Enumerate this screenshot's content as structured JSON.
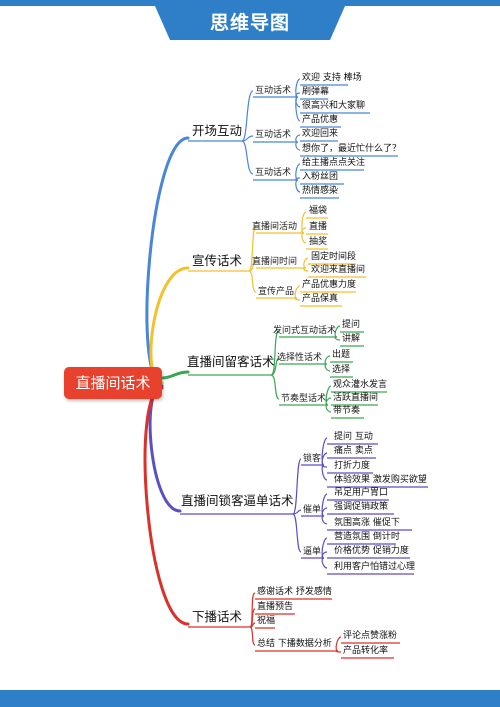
{
  "header": {
    "title": "思维导图"
  },
  "root": {
    "label": "直播间话术"
  },
  "colors": {
    "header": "#2f7fc8",
    "root": "#e8412e",
    "blue": "#4a86d8",
    "yellow": "#f2c12e",
    "green": "#3aa652",
    "indigo": "#5a4fc4",
    "red": "#d9322b"
  },
  "branches": {
    "b1": {
      "label": "开场互动",
      "s1": {
        "label": "互动话术",
        "i1": "欢迎 支持 棒场",
        "i2": "刷弹幕",
        "i3": "很高兴和大家聊",
        "i4": "产品优惠"
      },
      "s2": {
        "label": "互动话术",
        "i1": "欢迎回来",
        "i2": "想你了，最近忙什么了？"
      },
      "s3": {
        "label": "互动话术",
        "i1": "给主播点点关注",
        "i2": "入粉丝团",
        "i3": "热情感染"
      }
    },
    "b2": {
      "label": "宣传话术",
      "s1": {
        "label": "直播间活动",
        "i1": "福袋",
        "i2": "直播",
        "i3": "抽奖"
      },
      "s2": {
        "label": "直播间时间",
        "i1": "固定时间段",
        "i2": "欢迎来直播间"
      },
      "s3": {
        "label": "宣传产品",
        "i1": "产品优惠力度",
        "i2": "产品保真"
      }
    },
    "b3": {
      "label": "直播间留客话术",
      "s1": {
        "label": "发问式互动话术",
        "i1": "提问",
        "i2": "讲解"
      },
      "s2": {
        "label": "选择性话术",
        "i1": "出题",
        "i2": "选择"
      },
      "s3": {
        "label": "节奏型话术",
        "i1": "观众灌水发言",
        "i2": "活跃直播间",
        "i3": "带节奏"
      }
    },
    "b4": {
      "label": "直播间锁客逼单话术",
      "s1": {
        "label": "锁客",
        "i1": "提问 互动",
        "i2": "痛点 卖点",
        "i3": "打折力度",
        "i4": "体验效果 激发购买欲望"
      },
      "s2": {
        "label": "催单",
        "i1": "吊足用户胃口",
        "i2": "强调促销政策",
        "i3": "氛围高涨 催促下"
      },
      "s3": {
        "label": "逼单",
        "i1": "营造氛围 倒计时",
        "i2": "价格优势 促销力度",
        "i3": "利用客户怕错过心理"
      }
    },
    "b5": {
      "label": "下播话术",
      "s1": {
        "label": "感谢话术 抒发感情"
      },
      "s2": {
        "label": "直播预告"
      },
      "s3": {
        "label": "祝福"
      },
      "s4": {
        "label": "总结 下播数据分析",
        "i1": "评论点赞涨粉",
        "i2": "产品转化率"
      }
    }
  }
}
